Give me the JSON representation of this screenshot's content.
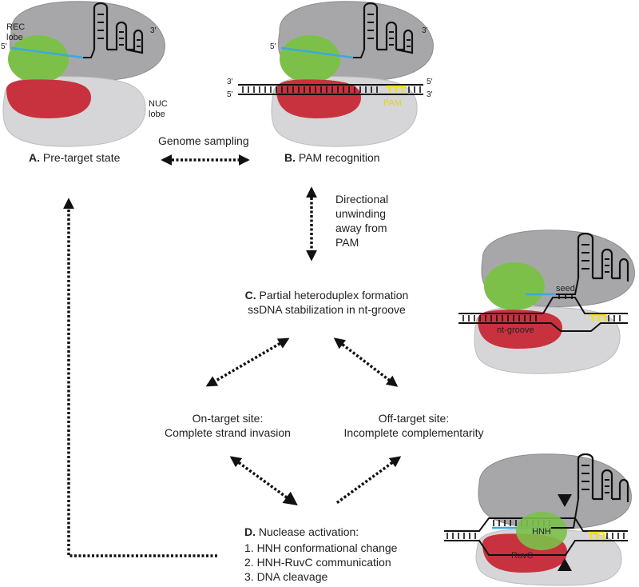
{
  "colors": {
    "rec_lobe": "#a7a7aa",
    "nuc_lobe": "#d6d6d8",
    "green_domain": "#7cc04a",
    "red_domain": "#c8323f",
    "guide_rna": "#3da8e0",
    "pam": "#f2e21a",
    "strand": "#111111"
  },
  "stage_a": {
    "letter": "A.",
    "text": "Pre-target state",
    "rec_label": "REC\nlobe",
    "nuc_label": "NUC\nlobe",
    "five_prime": "5′",
    "three_prime": "3′"
  },
  "stage_b": {
    "letter": "B.",
    "text": "PAM recognition",
    "pam_label": "PAM",
    "five_prime": "5′",
    "three_prime": "3′"
  },
  "genome_sampling": "Genome sampling",
  "unwinding": "Directional\nunwinding\naway from\nPAM",
  "stage_c": {
    "letter": "C.",
    "line1": "Partial heteroduplex formation",
    "line2": "ssDNA stabilization in nt-groove",
    "seed_label": "seed",
    "groove_label": "nt-groove"
  },
  "on_target": {
    "line1": "On-target site:",
    "line2": "Complete strand invasion"
  },
  "off_target": {
    "line1": "Off-target site:",
    "line2": "Incomplete complementarity"
  },
  "stage_d": {
    "letter": "D.",
    "title": "Nuclease activation:",
    "items": [
      "1. HNH conformational change",
      "2. HNH-RuvC communication",
      "3. DNA cleavage"
    ],
    "hnh_label": "HNH",
    "ruvc_label": "RuvC"
  }
}
